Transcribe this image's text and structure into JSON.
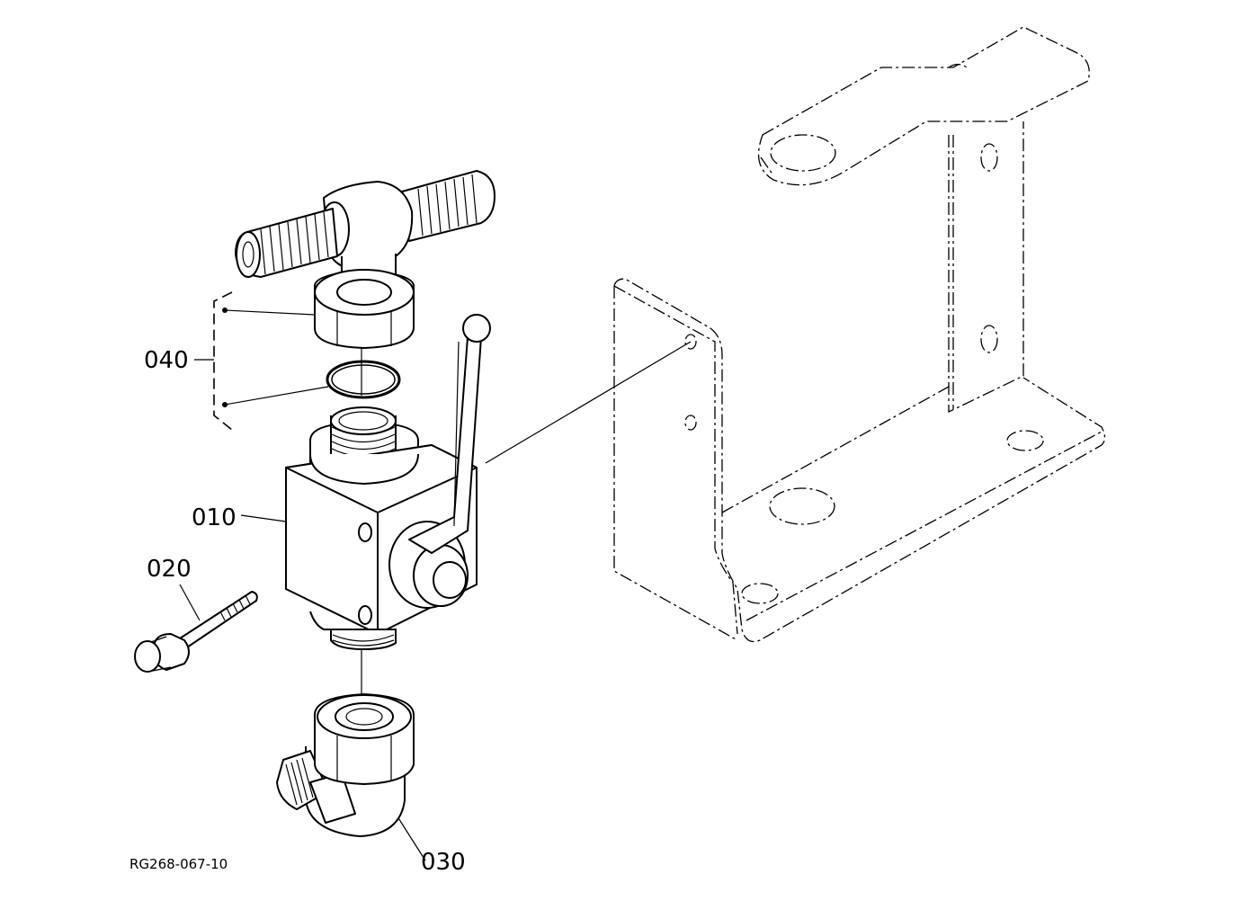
{
  "labels": {
    "p010": "010",
    "p020": "020",
    "p030": "030",
    "p040": "040"
  },
  "diagram_code": "RG268-067-10"
}
